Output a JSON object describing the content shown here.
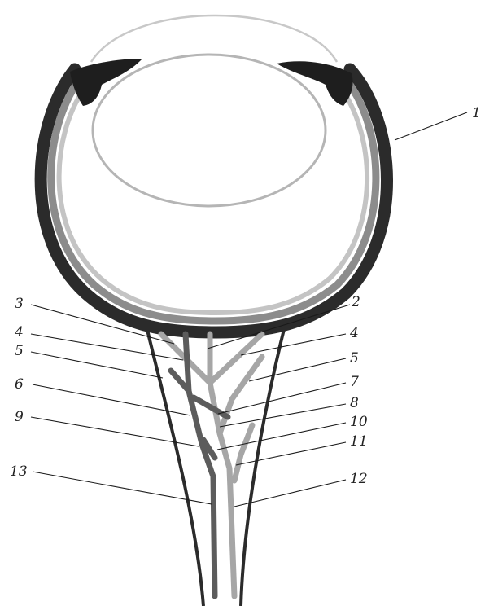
{
  "labels": {
    "l1": "1",
    "l2": "2",
    "l3": "3",
    "l4_left": "4",
    "l4_right": "4",
    "l5_left": "5",
    "l5_right": "5",
    "l6": "6",
    "l7": "7",
    "l8": "8",
    "l9": "9",
    "l10": "10",
    "l11": "11",
    "l12": "12",
    "l13": "13"
  },
  "colors": {
    "outer_wall": "#2b2b2b",
    "middle_layer": "#8c8c8c",
    "inner_layer": "#bdbdbd",
    "lens_outline": "#b5b5b5",
    "cornea_outline": "#c8c8c8",
    "vessel_light": "#a6a6a6",
    "vessel_dark": "#5c5c5c"
  }
}
